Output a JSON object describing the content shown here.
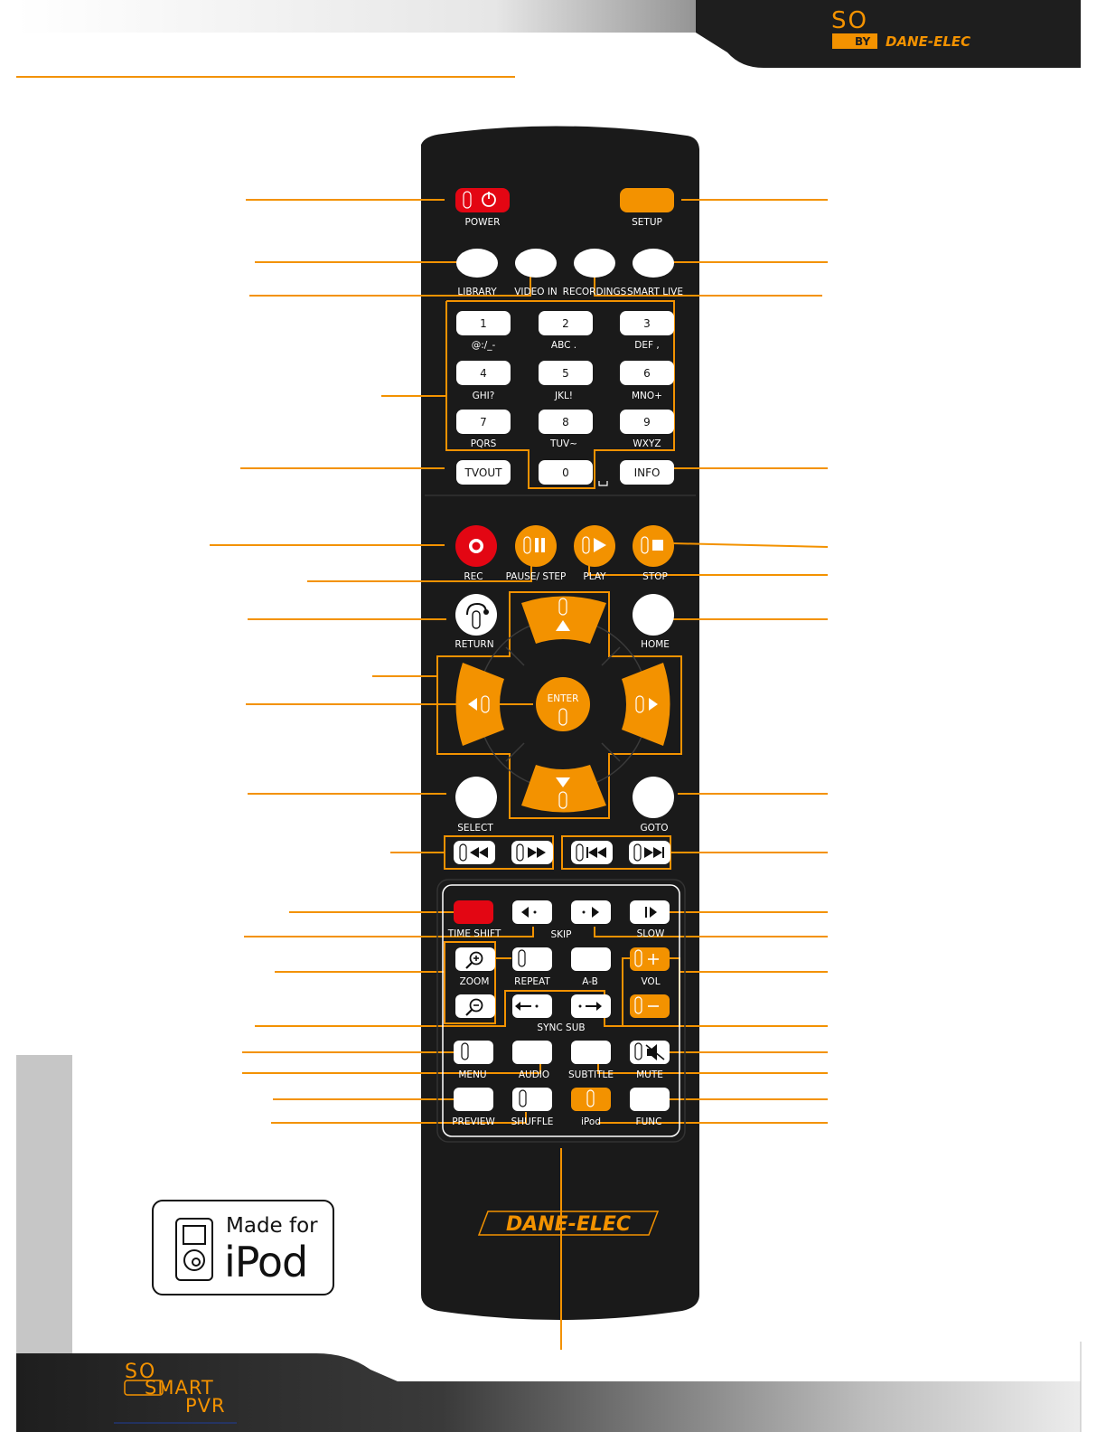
{
  "colors": {
    "orange": "#f39200",
    "red": "#e30613",
    "black": "#1a1a1a",
    "white": "#ffffff",
    "grey": "#c6c6c6"
  },
  "header": {
    "logo_so": "SO",
    "logo_by": "BY",
    "logo_brand": "DANE-ELEC"
  },
  "remote": {
    "brand": "DANE-ELEC",
    "power": "POWER",
    "setup": "SETUP",
    "library": "LIBRARY",
    "video_in": "VIDEO IN",
    "recordings": "RECORDINGS",
    "smart_live": "SMART LIVE",
    "keys": [
      {
        "num": "1",
        "sub": "@:/_-"
      },
      {
        "num": "2",
        "sub": "ABC ."
      },
      {
        "num": "3",
        "sub": "DEF ,"
      },
      {
        "num": "4",
        "sub": "GHI?"
      },
      {
        "num": "5",
        "sub": "JKL!"
      },
      {
        "num": "6",
        "sub": "MNO+"
      },
      {
        "num": "7",
        "sub": "PQRS"
      },
      {
        "num": "8",
        "sub": "TUV~"
      },
      {
        "num": "9",
        "sub": "WXYZ"
      }
    ],
    "tvout": "TVOUT",
    "zero": "0",
    "info": "INFO",
    "rec": "REC",
    "pause_step": "PAUSE/ STEP",
    "play": "PLAY",
    "stop": "STOP",
    "return": "RETURN",
    "home": "HOME",
    "enter": "ENTER",
    "select": "SELECT",
    "goto": "GOTO",
    "time_shift": "TIME SHIFT",
    "skip": "SKIP",
    "slow": "SLOW",
    "zoom": "ZOOM",
    "repeat": "REPEAT",
    "a_b": "A-B",
    "vol": "VOL",
    "sync_sub": "SYNC SUB",
    "menu": "MENU",
    "audio": "AUDIO",
    "subtitle": "SUBTITLE",
    "mute": "MUTE",
    "preview": "PREVIEW",
    "shuffle": "SHUFFLE",
    "ipod": "iPod",
    "func": "FUNC"
  },
  "badge": {
    "line1": "Made for",
    "line2": "iPod"
  },
  "footer": {
    "logo_so": "SO",
    "logo_smart": "SMART",
    "logo_pvr": "PVR"
  }
}
